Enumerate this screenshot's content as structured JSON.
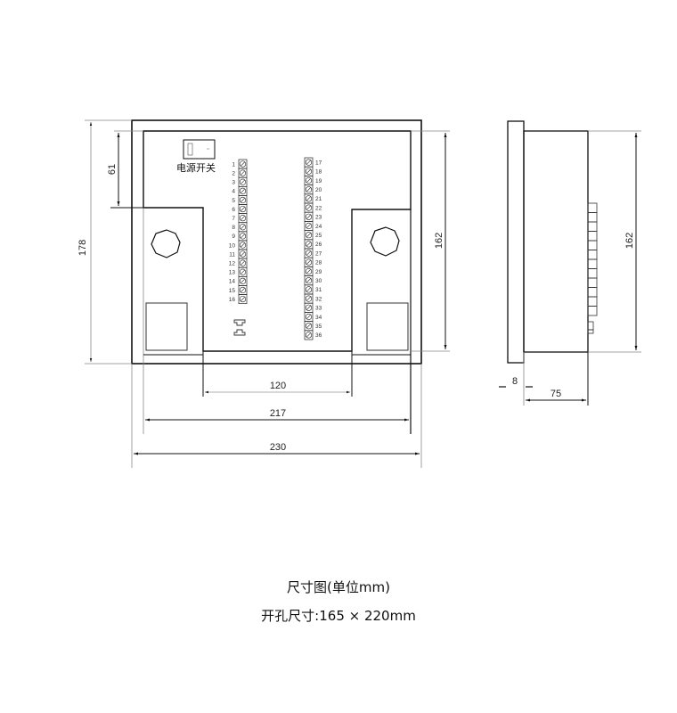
{
  "front_view": {
    "switch_label": "电源开关",
    "terminals_left": [
      "1",
      "2",
      "3",
      "4",
      "5",
      "6",
      "7",
      "8",
      "9",
      "10",
      "11",
      "12",
      "13",
      "14",
      "15",
      "16"
    ],
    "terminals_right": [
      "17",
      "18",
      "19",
      "20",
      "21",
      "22",
      "23",
      "24",
      "25",
      "26",
      "27",
      "28",
      "29",
      "30",
      "31",
      "32",
      "33",
      "34",
      "35",
      "36"
    ],
    "dimensions": {
      "height_outer": "178",
      "top_section": "61",
      "height_inner": "162",
      "gap_width": "120",
      "inner_width": "217",
      "outer_width": "230"
    }
  },
  "side_view": {
    "dimensions": {
      "height": "162",
      "panel_thickness": "8",
      "depth": "75"
    }
  },
  "captions": {
    "title": "尺寸图(单位mm)",
    "cutout": "开孔尺寸:165 × 220mm"
  },
  "colors": {
    "line": "#111111",
    "dim_line": "#777777",
    "background": "#ffffff"
  }
}
